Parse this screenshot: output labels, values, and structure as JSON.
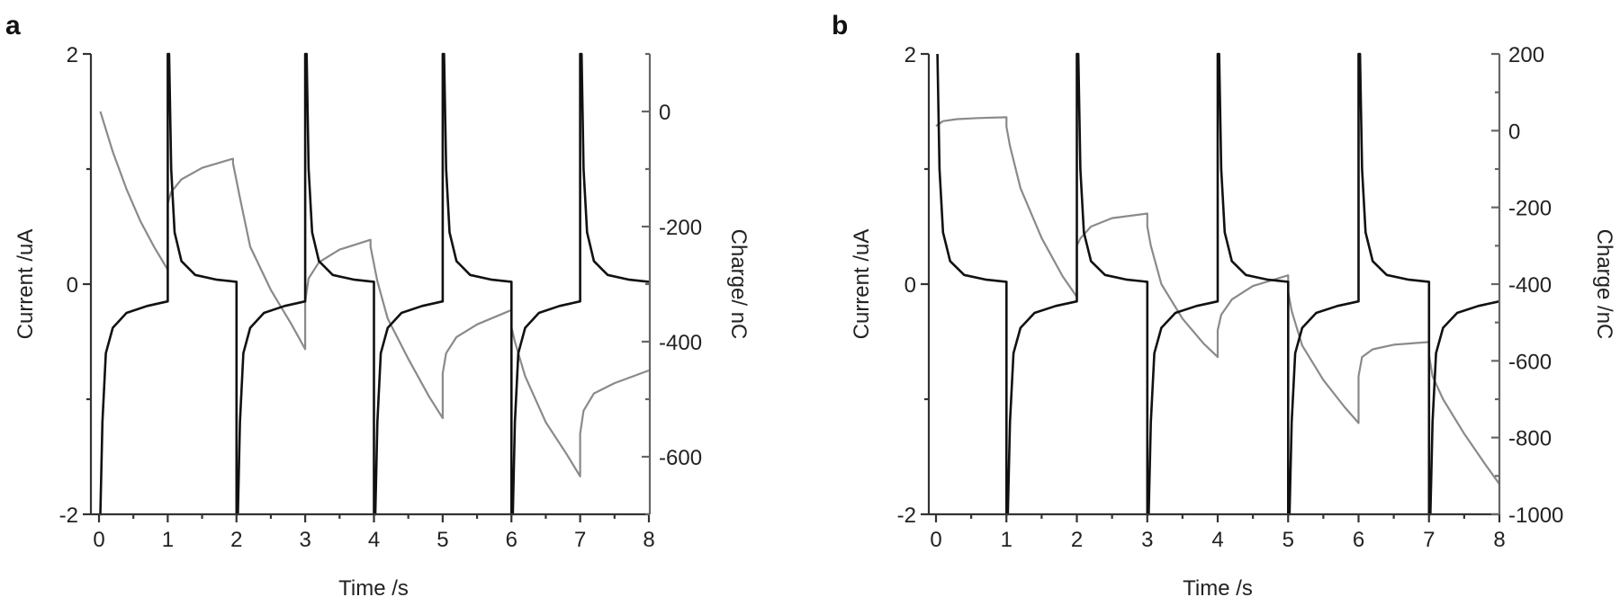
{
  "chart_data": [
    {
      "panel": "a",
      "type": "line",
      "title": "",
      "xlabel": "Time /s",
      "ylabel": "Current /uA",
      "y2label": "Charge/ nC",
      "xlim": [
        0,
        8
      ],
      "ylim": [
        -2,
        2
      ],
      "y2lim": [
        -700,
        100
      ],
      "xticks": [
        "0",
        "1",
        "2",
        "3",
        "4",
        "5",
        "6",
        "7",
        "8"
      ],
      "yticks": [
        "2",
        "0",
        "-2"
      ],
      "y2ticks": [
        "0",
        "-200",
        "-400",
        "-600"
      ],
      "grid": false,
      "legend": null,
      "series": [
        {
          "name": "Current",
          "axis": "left",
          "color": "#111111",
          "x": [
            0,
            0.02,
            0.05,
            0.1,
            0.2,
            0.4,
            0.7,
            1.0,
            1.0,
            1.02,
            1.05,
            1.1,
            1.2,
            1.4,
            1.7,
            2.0,
            2.0,
            2.02,
            2.05,
            2.1,
            2.2,
            2.4,
            2.7,
            3.0,
            3.0,
            3.02,
            3.05,
            3.1,
            3.2,
            3.4,
            3.7,
            4.0,
            4.0,
            4.02,
            4.05,
            4.1,
            4.2,
            4.4,
            4.7,
            5.0,
            5.0,
            5.02,
            5.05,
            5.1,
            5.2,
            5.4,
            5.7,
            6.0,
            6.0,
            6.02,
            6.05,
            6.1,
            6.2,
            6.4,
            6.7,
            7.0,
            7.0,
            7.02,
            7.05,
            7.1,
            7.2,
            7.4,
            7.7,
            8.0
          ],
          "values": [
            -2,
            -2,
            -1.2,
            -0.6,
            -0.38,
            -0.25,
            -0.19,
            -0.15,
            2,
            2,
            1.0,
            0.45,
            0.2,
            0.08,
            0.04,
            0.02,
            -2,
            -2,
            -1.2,
            -0.6,
            -0.38,
            -0.25,
            -0.19,
            -0.15,
            2,
            2,
            1.0,
            0.45,
            0.2,
            0.08,
            0.04,
            0.02,
            -2,
            -2,
            -1.2,
            -0.6,
            -0.38,
            -0.25,
            -0.19,
            -0.15,
            2,
            2,
            1.0,
            0.45,
            0.2,
            0.08,
            0.04,
            0.02,
            -2,
            -2,
            -1.2,
            -0.6,
            -0.38,
            -0.25,
            -0.19,
            -0.15,
            2,
            2,
            1.0,
            0.45,
            0.2,
            0.08,
            0.04,
            0.02
          ]
        },
        {
          "name": "Charge",
          "axis": "right",
          "color": "#8a8a8a",
          "x": [
            0.02,
            0.2,
            0.4,
            0.6,
            0.8,
            1.0,
            1.0,
            1.05,
            1.2,
            1.5,
            1.95,
            1.95,
            2.05,
            2.2,
            2.5,
            2.8,
            3.0,
            3.0,
            3.05,
            3.2,
            3.5,
            3.95,
            3.95,
            4.05,
            4.2,
            4.5,
            4.8,
            5.0,
            5.0,
            5.05,
            5.2,
            5.5,
            6.0,
            6.0,
            6.05,
            6.2,
            6.5,
            6.8,
            7.0,
            7.0,
            7.05,
            7.2,
            7.5,
            8.0
          ],
          "values": [
            0,
            -70,
            -135,
            -190,
            -235,
            -275,
            -160,
            -140,
            -118,
            -98,
            -82,
            -90,
            -150,
            -235,
            -310,
            -370,
            -413,
            -330,
            -290,
            -262,
            -240,
            -223,
            -235,
            -295,
            -360,
            -430,
            -495,
            -533,
            -455,
            -420,
            -392,
            -370,
            -345,
            -375,
            -400,
            -460,
            -540,
            -595,
            -634,
            -560,
            -520,
            -490,
            -472,
            -450
          ]
        }
      ]
    },
    {
      "panel": "b",
      "type": "line",
      "title": "",
      "xlabel": "Time /s",
      "ylabel": "Current /uA",
      "y2label": "Charge /nC",
      "xlim": [
        0,
        8
      ],
      "ylim": [
        -2,
        2
      ],
      "y2lim": [
        -1000,
        200
      ],
      "xticks": [
        "0",
        "1",
        "2",
        "3",
        "4",
        "5",
        "6",
        "7",
        "8"
      ],
      "yticks": [
        "2",
        "0",
        "-2"
      ],
      "y2ticks": [
        "200",
        "0",
        "-200",
        "-400",
        "-600",
        "-800",
        "-1000"
      ],
      "grid": false,
      "legend": null,
      "series": [
        {
          "name": "Current",
          "axis": "left",
          "color": "#111111",
          "x": [
            0.02,
            0.02,
            0.05,
            0.1,
            0.2,
            0.4,
            0.7,
            1.0,
            1.0,
            1.02,
            1.05,
            1.1,
            1.2,
            1.4,
            1.7,
            2.0,
            2.0,
            2.02,
            2.05,
            2.1,
            2.2,
            2.4,
            2.7,
            3.0,
            3.0,
            3.02,
            3.05,
            3.1,
            3.2,
            3.4,
            3.7,
            4.0,
            4.0,
            4.02,
            4.05,
            4.1,
            4.2,
            4.4,
            4.7,
            5.0,
            5.0,
            5.02,
            5.05,
            5.1,
            5.2,
            5.4,
            5.7,
            6.0,
            6.0,
            6.02,
            6.05,
            6.1,
            6.2,
            6.4,
            6.7,
            7.0,
            7.0,
            7.02,
            7.05,
            7.1,
            7.2,
            7.4,
            7.7,
            8.0
          ],
          "values": [
            2,
            2,
            1.0,
            0.45,
            0.2,
            0.08,
            0.04,
            0.02,
            -2,
            -2,
            -1.2,
            -0.6,
            -0.38,
            -0.25,
            -0.19,
            -0.15,
            2,
            2,
            1.0,
            0.45,
            0.2,
            0.08,
            0.04,
            0.02,
            -2,
            -2,
            -1.2,
            -0.6,
            -0.38,
            -0.25,
            -0.19,
            -0.15,
            2,
            2,
            1.0,
            0.45,
            0.2,
            0.08,
            0.04,
            0.02,
            -2,
            -2,
            -1.2,
            -0.6,
            -0.38,
            -0.25,
            -0.19,
            -0.15,
            2,
            2,
            1.0,
            0.45,
            0.2,
            0.08,
            0.04,
            0.02,
            -2,
            -2,
            -1.2,
            -0.6,
            -0.38,
            -0.25,
            -0.19,
            -0.15
          ]
        },
        {
          "name": "Charge",
          "axis": "right",
          "color": "#8a8a8a",
          "x": [
            0.0,
            0.1,
            0.3,
            0.6,
            1.0,
            1.0,
            1.05,
            1.2,
            1.5,
            1.8,
            2.0,
            2.0,
            2.05,
            2.2,
            2.5,
            3.0,
            3.0,
            3.05,
            3.2,
            3.5,
            3.8,
            4.0,
            4.0,
            4.05,
            4.2,
            4.5,
            5.0,
            5.0,
            5.05,
            5.2,
            5.5,
            5.8,
            6.0,
            6.0,
            6.05,
            6.2,
            6.5,
            7.0,
            7.0,
            7.05,
            7.2,
            7.5,
            7.8,
            8.0
          ],
          "values": [
            12,
            25,
            30,
            33,
            35,
            10,
            -40,
            -150,
            -280,
            -380,
            -433,
            -300,
            -281,
            -250,
            -228,
            -216,
            -250,
            -300,
            -400,
            -490,
            -555,
            -590,
            -520,
            -480,
            -440,
            -405,
            -377,
            -420,
            -470,
            -560,
            -650,
            -720,
            -762,
            -640,
            -590,
            -570,
            -558,
            -551,
            -585,
            -640,
            -700,
            -790,
            -870,
            -921
          ]
        }
      ]
    }
  ],
  "panels": {
    "a": {
      "letter": "a",
      "xlabel": "Time /s",
      "ylabel": "Current /uA",
      "y2label": "Charge/ nC",
      "xticks": [
        "0",
        "1",
        "2",
        "3",
        "4",
        "5",
        "6",
        "7",
        "8"
      ],
      "yticks": [
        "2",
        "0",
        "-2"
      ],
      "y2ticks": [
        "0",
        "-200",
        "-400",
        "-600"
      ]
    },
    "b": {
      "letter": "b",
      "xlabel": "Time /s",
      "ylabel": "Current /uA",
      "y2label": "Charge /nC",
      "xticks": [
        "0",
        "1",
        "2",
        "3",
        "4",
        "5",
        "6",
        "7",
        "8"
      ],
      "yticks": [
        "2",
        "0",
        "-2"
      ],
      "y2ticks": [
        "200",
        "0",
        "-200",
        "-400",
        "-600",
        "-800",
        "-1000"
      ]
    }
  },
  "colors": {
    "current": "#111111",
    "charge": "#8a8a8a",
    "axis": "#333333"
  }
}
